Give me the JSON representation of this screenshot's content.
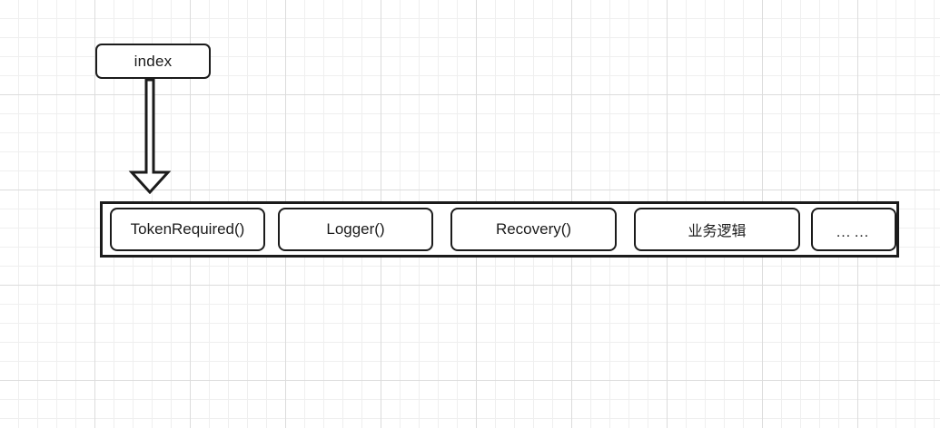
{
  "diagram": {
    "title": "middleware-chain",
    "entry_node": {
      "label": "index"
    },
    "arrow": {
      "name": "down-block-arrow",
      "direction": "down"
    },
    "chain": {
      "name": "middleware-chain-container",
      "items": [
        {
          "label": "TokenRequired()",
          "kind": "middleware"
        },
        {
          "label": "Logger()",
          "kind": "middleware"
        },
        {
          "label": "Recovery()",
          "kind": "middleware"
        },
        {
          "label": "业务逻辑",
          "kind": "handler"
        },
        {
          "label": "……",
          "kind": "ellipsis"
        }
      ]
    }
  },
  "colors": {
    "stroke": "#1b1b1b",
    "fill": "#ffffff",
    "grid_minor": "#efefef",
    "grid_major": "#dcdcdc"
  }
}
